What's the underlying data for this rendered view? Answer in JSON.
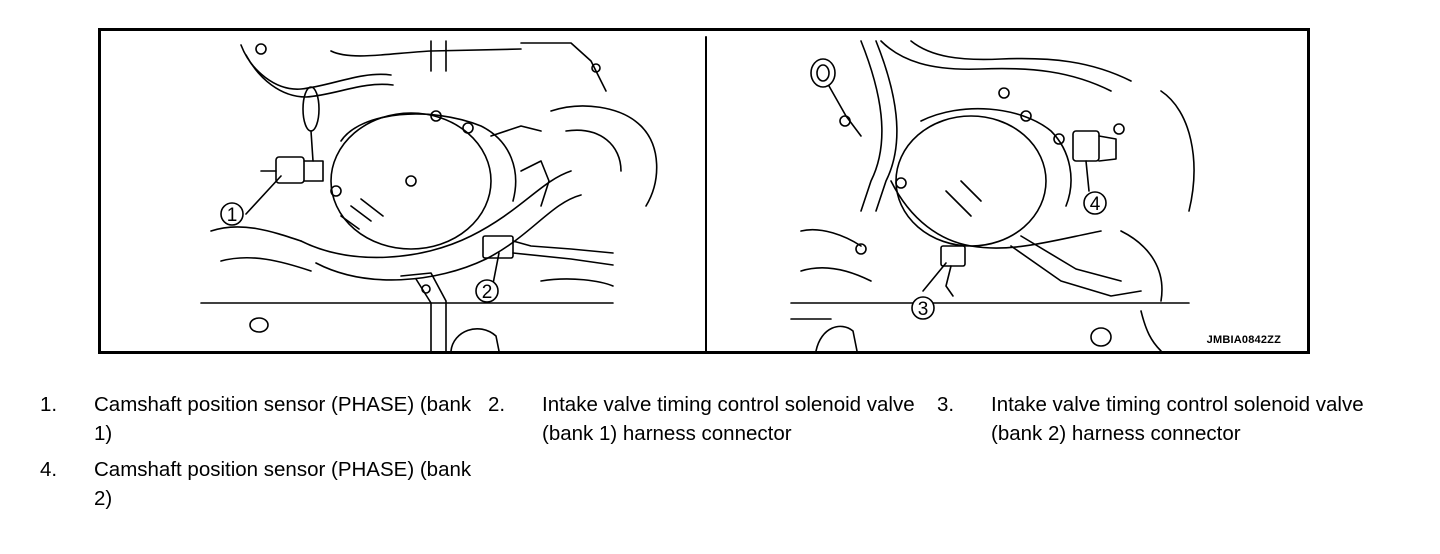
{
  "figure": {
    "code": "JMBIA0842ZZ",
    "callouts": [
      "1",
      "2",
      "3",
      "4"
    ]
  },
  "legend": [
    {
      "num": "1.",
      "text": "Camshaft position sensor (PHASE) (bank 1)"
    },
    {
      "num": "2.",
      "text": "Intake valve timing control solenoid valve (bank 1) harness connector"
    },
    {
      "num": "3.",
      "text": "Intake valve timing control solenoid valve (bank 2) harness connector"
    },
    {
      "num": "4.",
      "text": "Camshaft position sensor (PHASE) (bank 2)"
    }
  ]
}
